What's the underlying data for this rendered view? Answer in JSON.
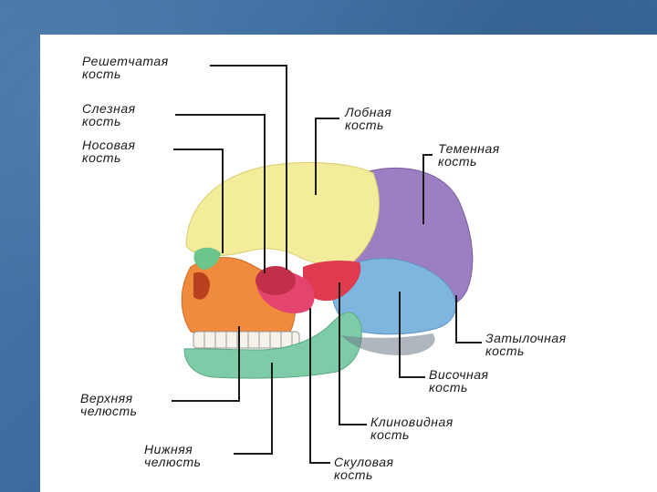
{
  "labels": {
    "ethmoid": {
      "line1": "Решетчатая",
      "line2": "кость"
    },
    "lacrimal": {
      "line1": "Слезная",
      "line2": "кость"
    },
    "nasal": {
      "line1": "Носовая",
      "line2": "кость"
    },
    "frontal": {
      "line1": "Лобная",
      "line2": "кость"
    },
    "parietal": {
      "line1": "Теменная",
      "line2": "кость"
    },
    "occipital": {
      "line1": "Затылочная",
      "line2": "кость"
    },
    "temporal": {
      "line1": "Височная",
      "line2": "кость"
    },
    "maxilla": {
      "line1": "Верхняя",
      "line2": "челюсть"
    },
    "sphenoid": {
      "line1": "Клиновидная",
      "line2": "кость"
    },
    "mandible": {
      "line1": "Нижняя",
      "line2": "челюсть"
    },
    "zygomatic": {
      "line1": "Скуловая",
      "line2": "кость"
    }
  },
  "colors": {
    "frontal": "#f3ec9a",
    "parietal": "#9c7fc2",
    "temporal": "#7fb6e0",
    "maxilla": "#f08a3c",
    "mandible": "#7ecba8",
    "sphenoid": "#e03a4e",
    "zygomatic": "#e3456e",
    "nasal": "#6cc58a",
    "slide_background": "#3e6ea1"
  }
}
